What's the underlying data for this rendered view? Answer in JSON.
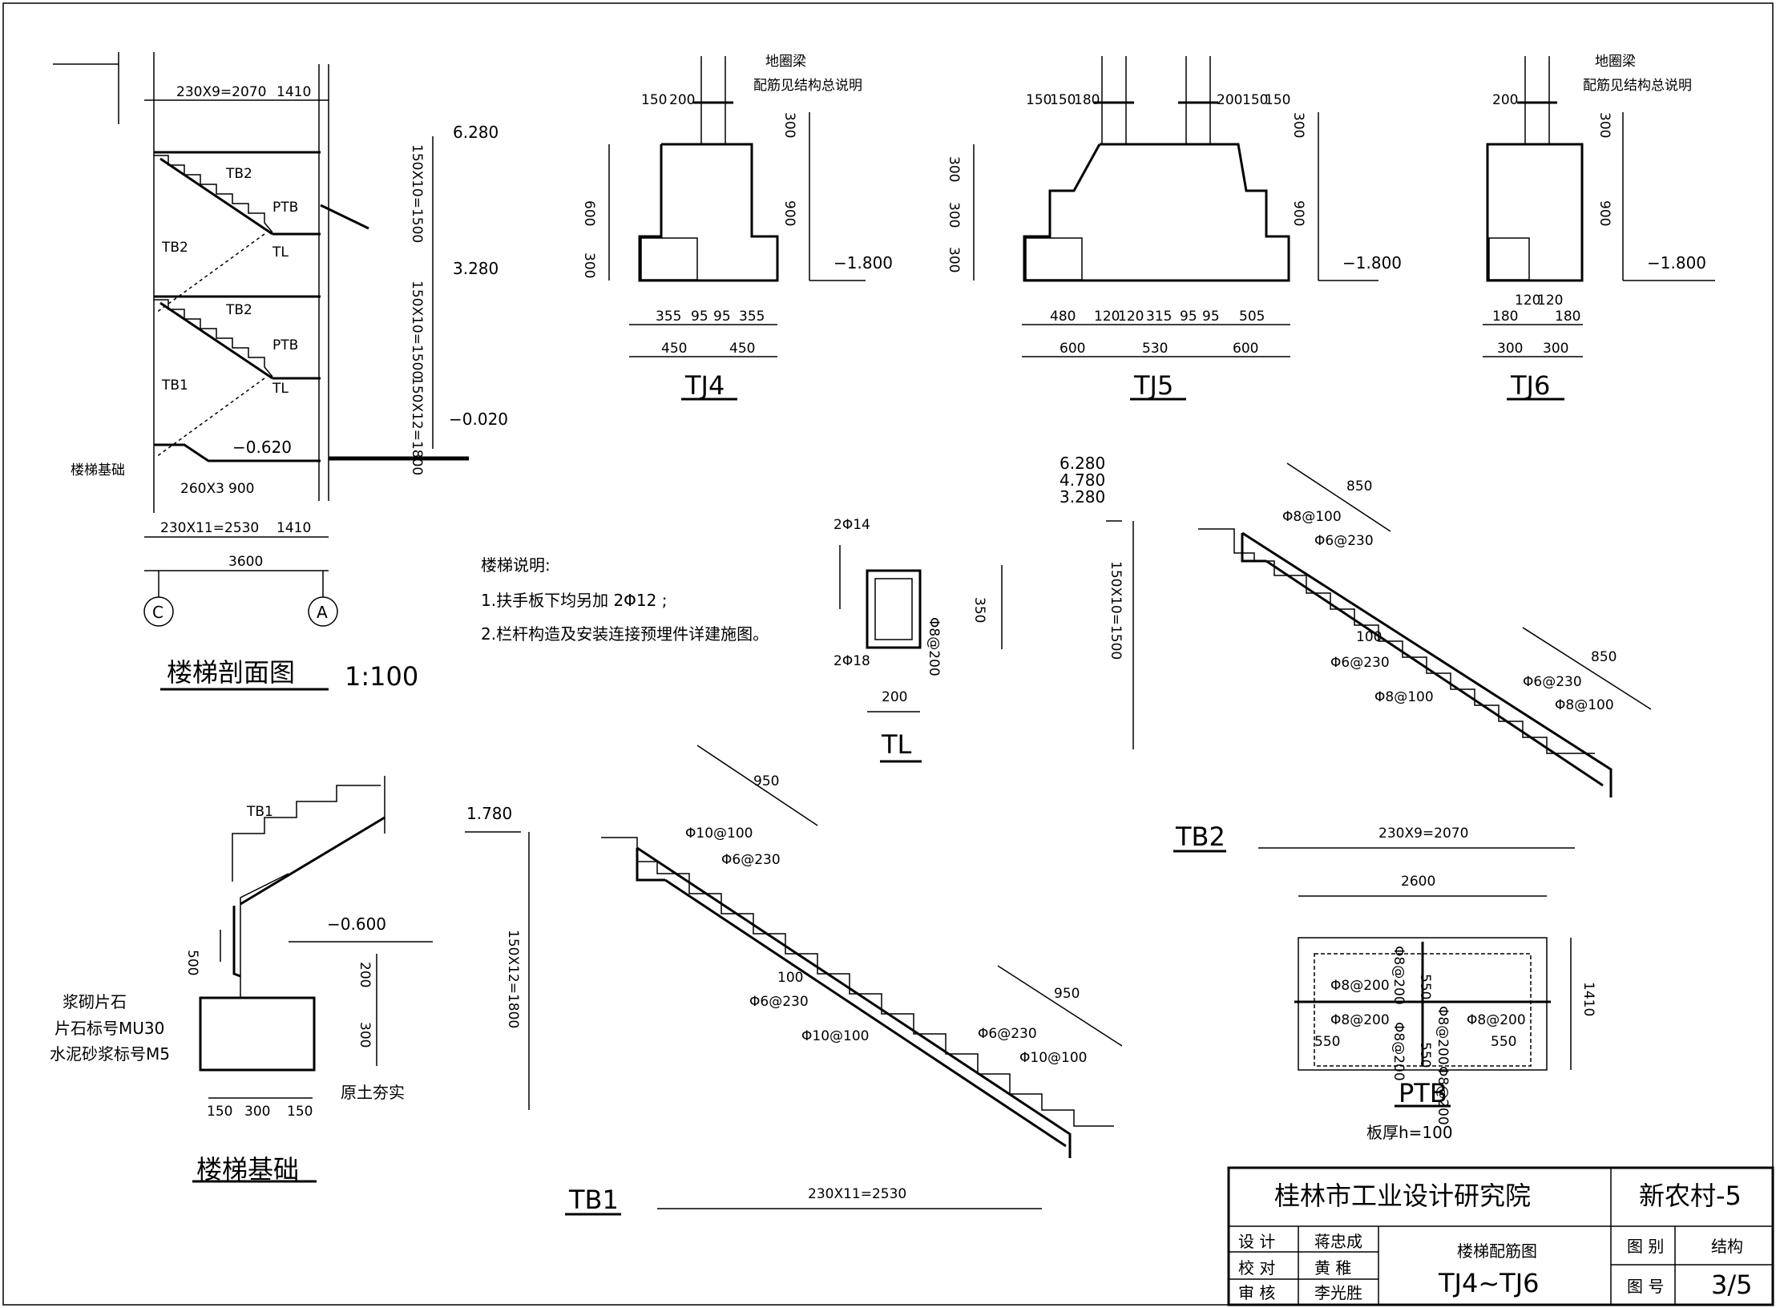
{
  "section": {
    "title": "楼梯剖面图",
    "scale": "1:100",
    "dims": [
      "230X9=2070",
      "1410",
      "230X11=2530",
      "1410",
      "3600",
      "260X3",
      "900"
    ],
    "vdims": [
      "150X10=1500",
      "150X10=1500",
      "150X12=1800"
    ],
    "levels": [
      "6.280",
      "3.280",
      "−0.020",
      "−0.620"
    ],
    "labels": [
      "TB2",
      "PTB",
      "TL",
      "TB2",
      "TB2",
      "PTB",
      "TB1",
      "TL"
    ],
    "foundation_label": "楼梯基础",
    "axes": [
      "C",
      "A"
    ]
  },
  "tj4": {
    "title": "TJ4",
    "note1": "地圈梁",
    "note2": "配筋见结构总说明",
    "top": [
      "150",
      "200"
    ],
    "left": [
      "600",
      "300"
    ],
    "right": [
      "300",
      "900"
    ],
    "bottom1": [
      "355",
      "95",
      "95",
      "355"
    ],
    "bottom2": [
      "450",
      "450"
    ],
    "level": "−1.800"
  },
  "tj5": {
    "title": "TJ5",
    "top_left": [
      "150",
      "150",
      "180"
    ],
    "top_right": [
      "200",
      "150",
      "150"
    ],
    "left": [
      "300",
      "300",
      "300"
    ],
    "right": [
      "300",
      "900"
    ],
    "bottom1": [
      "480",
      "120",
      "120",
      "315",
      "95",
      "95",
      "505"
    ],
    "bottom2": [
      "600",
      "530",
      "600"
    ],
    "level": "−1.800"
  },
  "tj6": {
    "title": "TJ6",
    "note1": "地圈梁",
    "note2": "配筋见结构总说明",
    "top": [
      "200"
    ],
    "right": [
      "300",
      "900"
    ],
    "bottom1": [
      "180",
      "120",
      "120",
      "180"
    ],
    "bottom2": [
      "300",
      "300"
    ],
    "level": "−1.800"
  },
  "notes": {
    "heading": "楼梯说明:",
    "item1": "1.扶手板下均另加 2Φ12 ;",
    "item2": "2.栏杆构造及安装连接预埋件详建施图。"
  },
  "tl": {
    "title": "TL",
    "top_bar": "2Φ14",
    "bot_bar": "2Φ18",
    "stirrup": "Φ8@200",
    "width": "200",
    "height": "350"
  },
  "tb2": {
    "title": "TB2",
    "levels": [
      "6.280",
      "4.780",
      "3.280"
    ],
    "len1": "850",
    "len2": "850",
    "rebar": [
      "Φ8@100",
      "Φ6@230",
      "Φ6@230",
      "Φ8@100",
      "Φ6@230",
      "Φ8@100"
    ],
    "thick": "100",
    "vdim": "150X10=1500",
    "hdim": "230X9=2070"
  },
  "tb1": {
    "title": "TB1",
    "level": "1.780",
    "len1": "950",
    "len2": "950",
    "rebar": [
      "Φ10@100",
      "Φ6@230",
      "Φ6@230",
      "Φ10@100",
      "Φ6@230",
      "Φ10@100"
    ],
    "thick": "100",
    "vdim": "150X12=1800",
    "hdim": "230X11=2530"
  },
  "found": {
    "title": "楼梯基础",
    "tb_label": "TB1",
    "level": "−0.600",
    "dims": [
      "500",
      "200",
      "300"
    ],
    "bottom": [
      "150",
      "300",
      "150"
    ],
    "mat1": "浆砌片石",
    "mat2": "片石标号MU30",
    "mat3": "水泥砂浆标号M5",
    "soil": "原土夯实"
  },
  "ptb": {
    "title": "PTB",
    "thick": "板厚h=100",
    "w": "2600",
    "h": "1410",
    "rebar": [
      "Φ8@200",
      "Φ8@200",
      "Φ8@200",
      "Φ8@200",
      "Φ8@200",
      "Φ8@200",
      "Φ8@200"
    ],
    "len": [
      "550",
      "550",
      "550",
      "550"
    ]
  },
  "titleblock": {
    "company": "桂林市工业设计研究院",
    "project": "新农村-5",
    "design_label": "设  计",
    "design": "蒋忠成",
    "check_label": "校  对",
    "check": "黄  稚",
    "review_label": "审  核",
    "review": "李光胜",
    "drawing": "楼梯配筋图",
    "code": "TJ4~TJ6",
    "cat_label": "图  别",
    "cat": "结构",
    "num_label": "图  号",
    "num": "3/5"
  }
}
